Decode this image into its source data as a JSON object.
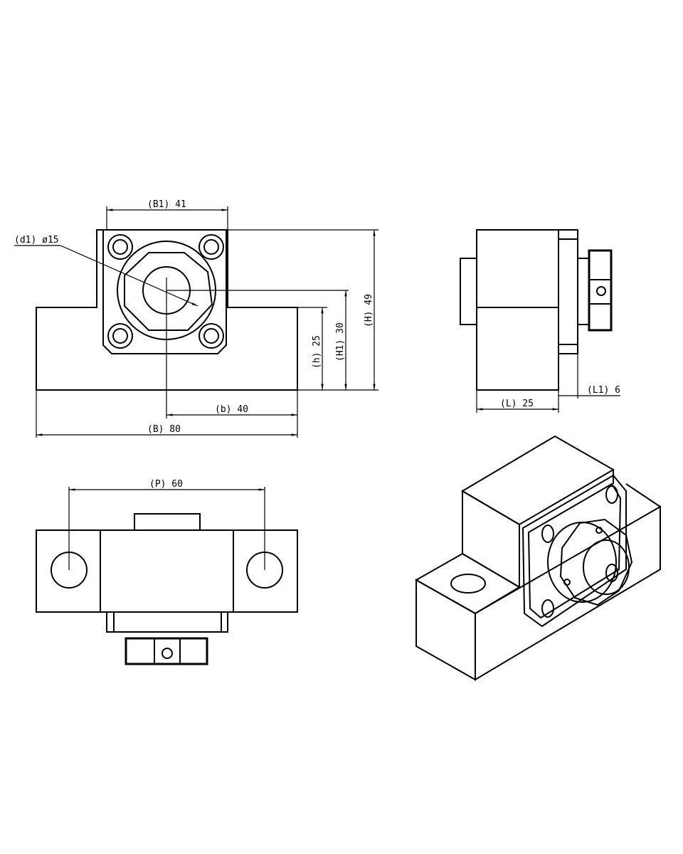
{
  "drawing": {
    "front_view": {
      "dims": {
        "B1": "(B1) 41",
        "d1": "(d1) ø15",
        "h": "(h) 25",
        "H1": "(H1) 30",
        "H": "(H) 49",
        "b": "(b) 40",
        "B": "(B) 80"
      }
    },
    "side_view": {
      "dims": {
        "L": "(L) 25",
        "L1": "(L1) 6"
      }
    },
    "bottom_view": {
      "dims": {
        "P": "(P) 60"
      }
    },
    "line_color": "#000000",
    "background": "#ffffff"
  }
}
